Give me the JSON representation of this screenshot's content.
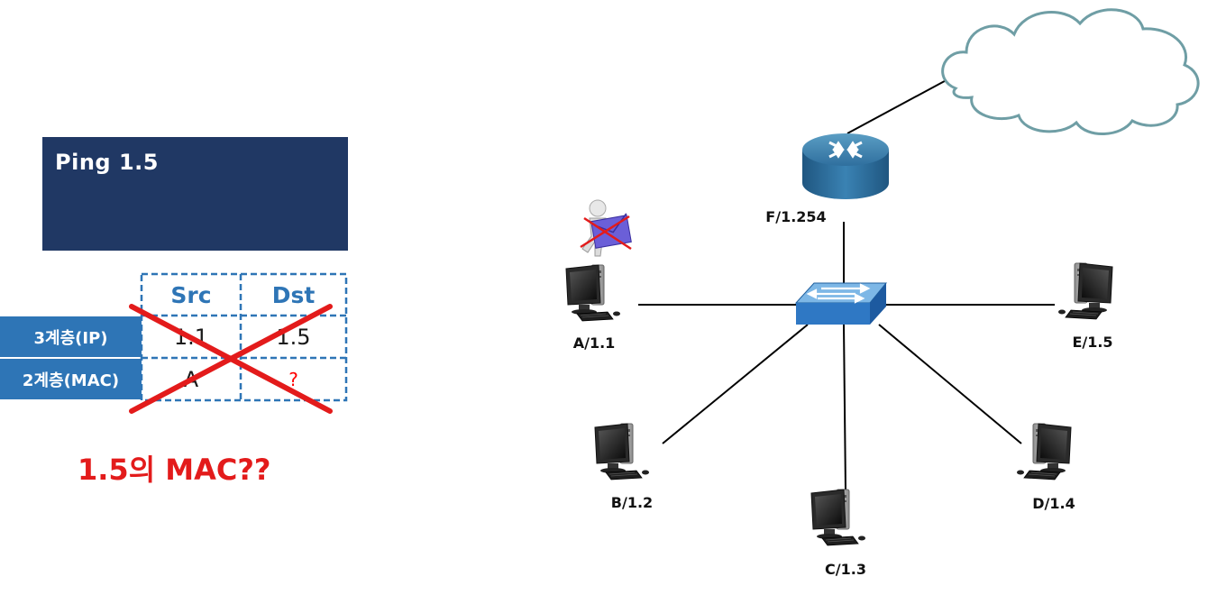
{
  "command_box": {
    "text": "Ping 1.5"
  },
  "address_table": {
    "headers": {
      "src": "Src",
      "dst": "Dst"
    },
    "rows": [
      {
        "layer": "3계층(IP)",
        "src": "1.1",
        "dst": "1.5"
      },
      {
        "layer": "2계층(MAC)",
        "src": "A",
        "dst": "?"
      }
    ]
  },
  "question": "1.5의 MAC??",
  "nodes": {
    "router": {
      "label": "F/1.254"
    },
    "host_a": {
      "label": "A/1.1"
    },
    "host_b": {
      "label": "B/1.2"
    },
    "host_c": {
      "label": "C/1.3"
    },
    "host_d": {
      "label": "D/1.4"
    },
    "host_e": {
      "label": "E/1.5"
    }
  },
  "colors": {
    "command_box": "#203864",
    "layer_label": "#2e75b6",
    "table_border": "#2e75b6",
    "cross": "#e31b1b",
    "cloud_stroke": "#6f9ea5"
  }
}
